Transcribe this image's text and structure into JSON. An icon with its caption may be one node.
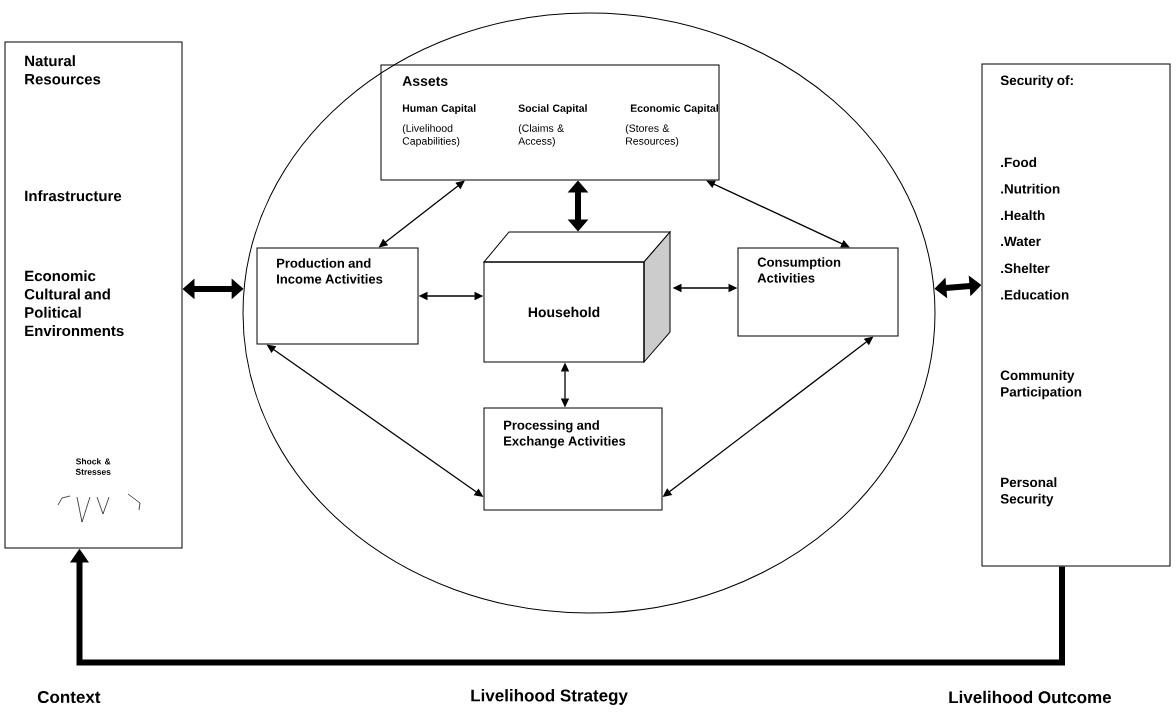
{
  "diagram": {
    "nodes": [
      {
        "text": [
          "Natural Resources",
          "Infrastructure",
          "Economic Cultural and Political Environments",
          "Shock & Stresses"
        ]
      },
      {
        "text": [],
        "shape": "circle"
      },
      {
        "text": [
          "Assets",
          "Human Capital",
          "(Livelihood Capabilities)",
          "Social Capital",
          "(Claims & Access)",
          "Economic Capital",
          "(Stores & Resources)"
        ],
        "in": 1
      },
      {
        "text": [
          "Production and Income Activities"
        ],
        "in": 1
      },
      {
        "text": [
          "Household"
        ],
        "in": 1
      },
      {
        "text": [
          "Consumption Activities"
        ],
        "in": 1
      },
      {
        "text": [
          "Processing and Exchange Activities"
        ],
        "in": 1
      },
      {
        "text": [
          "Security of:",
          ".Food",
          ".Nutrition",
          ".Health",
          ".Water",
          ".Shelter",
          ".Education",
          "Community Participation",
          "Personal Security"
        ]
      }
    ],
    "edges": [
      {
        "from": 0,
        "to": 1,
        "arrow": "both",
        "style": "thick"
      },
      {
        "from": 1,
        "to": 7,
        "arrow": "both",
        "style": "thick"
      },
      {
        "from": 2,
        "to": 3,
        "arrow": "both"
      },
      {
        "from": 2,
        "to": 4,
        "arrow": "both",
        "style": "thick"
      },
      {
        "from": 2,
        "to": 5,
        "arrow": "both"
      },
      {
        "from": 3,
        "to": 4,
        "arrow": "both"
      },
      {
        "from": 4,
        "to": 5,
        "arrow": "both"
      },
      {
        "from": 4,
        "to": 6,
        "arrow": "both"
      },
      {
        "from": 3,
        "to": 6,
        "arrow": "both"
      },
      {
        "from": 5,
        "to": 6,
        "arrow": "both"
      },
      {
        "from": 7,
        "to": 0,
        "arrow": "to",
        "style": "thick"
      }
    ],
    "labels": [
      "Context",
      "Livelihood Strategy",
      "Livelihood Outcome"
    ]
  }
}
